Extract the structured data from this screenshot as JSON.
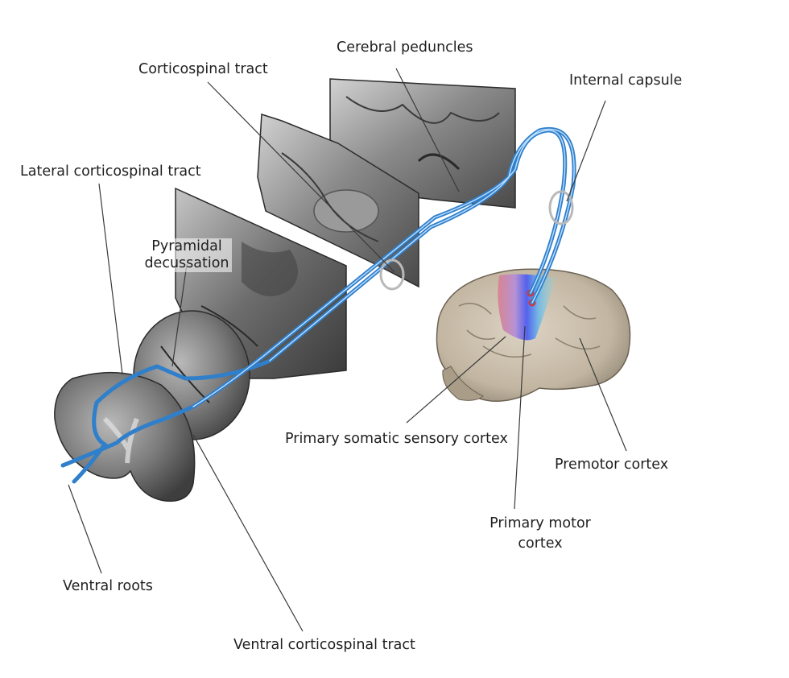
{
  "labels": {
    "cerebral_peduncles": "Cerebral peduncles",
    "corticospinal_tract": "Corticospinal tract",
    "internal_capsule": "Internal capsule",
    "lateral_corticospinal_tract": "Lateral corticospinal tract",
    "pyramidal_decussation_1": "Pyramidal",
    "pyramidal_decussation_2": "decussation",
    "primary_somatic_sensory_cortex": "Primary somatic sensory cortex",
    "premotor_cortex": "Premotor cortex",
    "primary_motor_cortex_1": "Primary motor",
    "primary_motor_cortex_2": "cortex",
    "ventral_roots": "Ventral roots",
    "ventral_corticospinal_tract": "Ventral corticospinal tract"
  },
  "colors": {
    "tract_blue": "#2f7fcb",
    "tract_highlight": "#bfe0ff",
    "leader_line": "#3a3a3a",
    "brain_tan": "#cfc4b2",
    "sensory_red": "#d9828f",
    "motor_blue": "#4d5cf0",
    "premotor_cyan": "#8fd8de",
    "section_gray": "#6e6e6e"
  }
}
